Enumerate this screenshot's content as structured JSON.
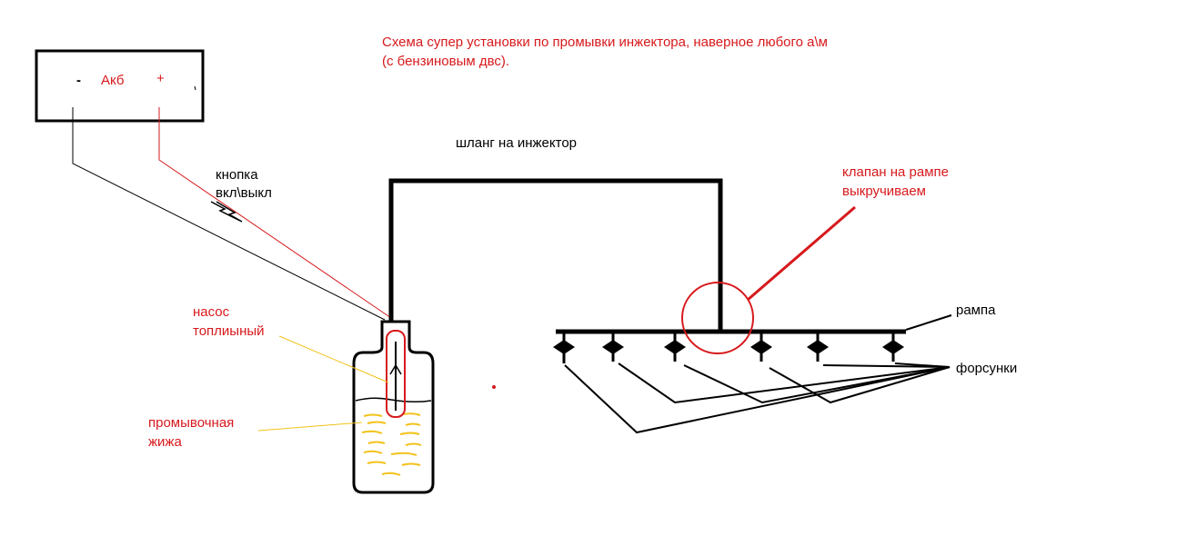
{
  "title": "Схема супер установки по промывки инжектора, наверное любого а\\м\n(с бензиновым двс).",
  "battery": {
    "minus": "-",
    "label": "Акб",
    "plus": "+"
  },
  "button_label": "кнопка\nвкл\\выкл",
  "hose_label": "шланг на инжектор",
  "valve_label": "клапан на рампе\nвыкручиваем",
  "rail_label": "рампа",
  "injectors_label": "форсунки",
  "pump_label": "насос\nтоплиыный",
  "liquid_label": "промывочная\nжижа",
  "colors": {
    "red": "#d7191c",
    "black": "#000000",
    "wire_red": "#d7191c",
    "liquid": "#f2c21a"
  }
}
